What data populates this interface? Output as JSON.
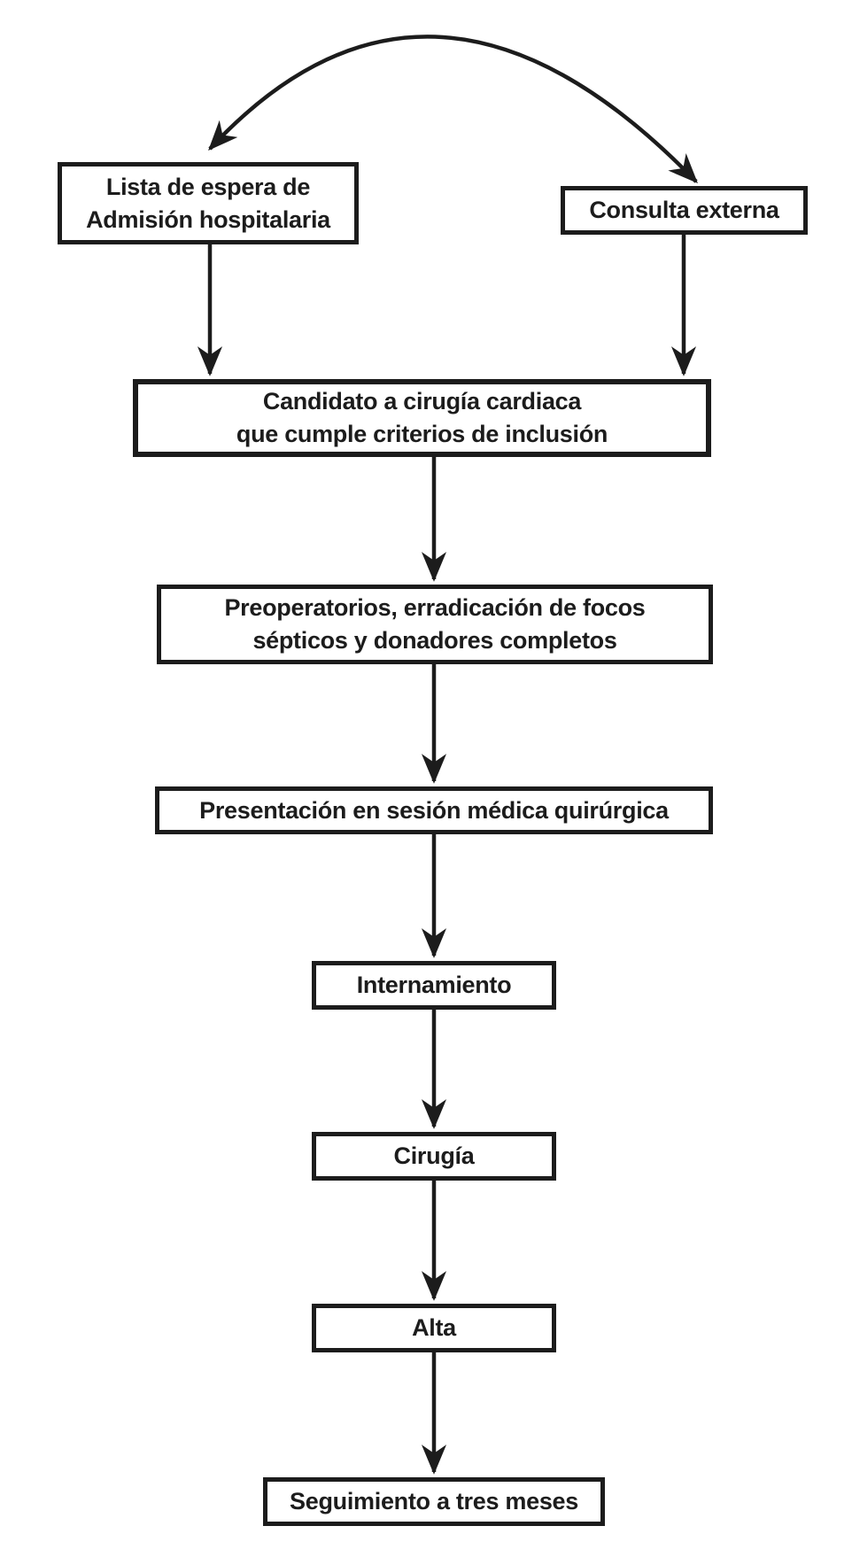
{
  "diagram": {
    "title": "",
    "type": "flowchart",
    "colors": {
      "background": "#ffffff",
      "line": "#1c1c1c",
      "node_fill": "#ffffff",
      "node_border": "#1c1c1c",
      "text": "#1c1c1c"
    },
    "nodes": [
      {
        "id": "lista-espera",
        "label": "Lista de espera de\nAdmisión hospitalaria"
      },
      {
        "id": "consulta-externa",
        "label": "Consulta externa"
      },
      {
        "id": "candidato",
        "label": "Candidato a cirugía cardiaca\nque cumple criterios de inclusión"
      },
      {
        "id": "preoperatorios",
        "label": "Preoperatorios, erradicación de focos\nsépticos y donadores completos"
      },
      {
        "id": "presentacion",
        "label": "Presentación en sesión médica quirúrgica"
      },
      {
        "id": "internamiento",
        "label": "Internamiento"
      },
      {
        "id": "cirugia",
        "label": "Cirugía"
      },
      {
        "id": "alta",
        "label": "Alta"
      },
      {
        "id": "seguimiento",
        "label": "Seguimiento a tres meses"
      }
    ],
    "edges": [
      {
        "from": "lista-espera",
        "to": "consulta-externa",
        "style": "curved-arc",
        "bidirectional": true
      },
      {
        "from": "lista-espera",
        "to": "candidato",
        "style": "straight",
        "bidirectional": false
      },
      {
        "from": "consulta-externa",
        "to": "candidato",
        "style": "straight",
        "bidirectional": false
      },
      {
        "from": "candidato",
        "to": "preoperatorios",
        "style": "straight",
        "bidirectional": false
      },
      {
        "from": "preoperatorios",
        "to": "presentacion",
        "style": "straight",
        "bidirectional": false
      },
      {
        "from": "presentacion",
        "to": "internamiento",
        "style": "straight",
        "bidirectional": false
      },
      {
        "from": "internamiento",
        "to": "cirugia",
        "style": "straight",
        "bidirectional": false
      },
      {
        "from": "cirugia",
        "to": "alta",
        "style": "straight",
        "bidirectional": false
      },
      {
        "from": "alta",
        "to": "seguimiento",
        "style": "straight",
        "bidirectional": false
      }
    ]
  }
}
